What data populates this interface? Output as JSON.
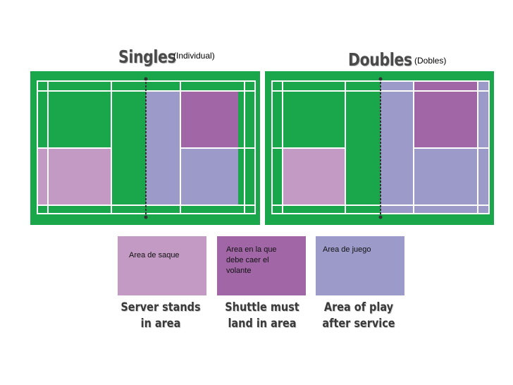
{
  "singles": {
    "title": "Singles",
    "subtitle": "(Individual)"
  },
  "doubles": {
    "title": "Doubles",
    "subtitle": "(Dobles)"
  },
  "legend": [
    {
      "label": "Area de saque",
      "caption_line1": "Server stands",
      "caption_line2": "in area",
      "color": "#c39ac4"
    },
    {
      "label": "Area en la que debe caer el volante",
      "caption_line1": "Shuttle must",
      "caption_line2": "land in area",
      "color": "#a066a6"
    },
    {
      "label": "Area de juego",
      "caption_line1": "Area of play",
      "caption_line2": "after service",
      "color": "#9b9ac9"
    }
  ],
  "colors": {
    "court_green": "#1aa64a",
    "line_white": "#ffffff",
    "net_dark": "#333333"
  }
}
